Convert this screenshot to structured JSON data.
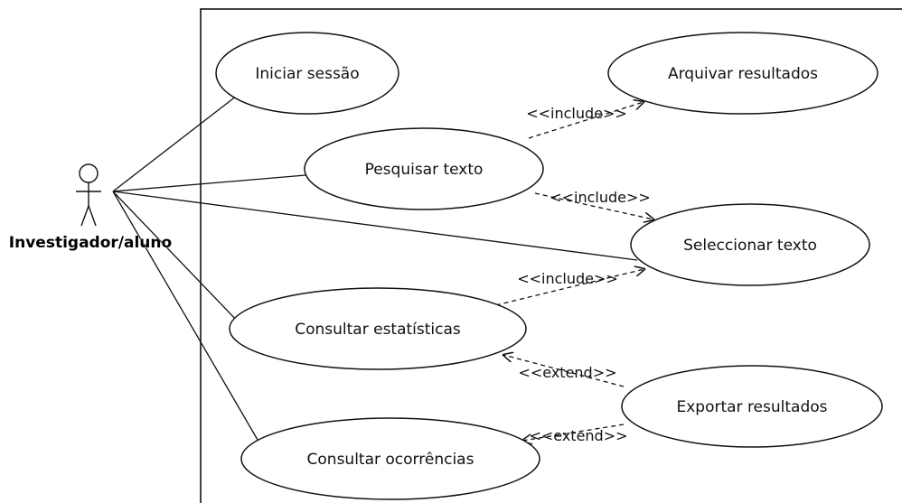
{
  "actor": {
    "name": "Investigador/aluno"
  },
  "use_cases": [
    {
      "id": "iniciar",
      "label": "Iniciar sessão"
    },
    {
      "id": "arquivar",
      "label": "Arquivar resultados"
    },
    {
      "id": "pesquisar",
      "label": "Pesquisar texto"
    },
    {
      "id": "seleccionar",
      "label": "Seleccionar texto"
    },
    {
      "id": "estatisticas",
      "label": "Consultar estatísticas"
    },
    {
      "id": "exportar",
      "label": "Exportar resultados"
    },
    {
      "id": "ocorrencias",
      "label": "Consultar ocorrências"
    }
  ],
  "relations": [
    {
      "from": "pesquisar",
      "to": "arquivar",
      "label": "<<include>>"
    },
    {
      "from": "pesquisar",
      "to": "seleccionar",
      "label": "<<include>>"
    },
    {
      "from": "estatisticas",
      "to": "seleccionar",
      "label": "<<include>>"
    },
    {
      "from": "exportar",
      "to": "estatisticas",
      "label": "<<extend>>"
    },
    {
      "from": "exportar",
      "to": "ocorrencias",
      "label": "<<extend>>"
    }
  ],
  "associations": [
    "iniciar",
    "pesquisar",
    "seleccionar",
    "estatisticas",
    "ocorrencias"
  ],
  "colors": {
    "line": "#111111",
    "fill": "#ffffff"
  }
}
